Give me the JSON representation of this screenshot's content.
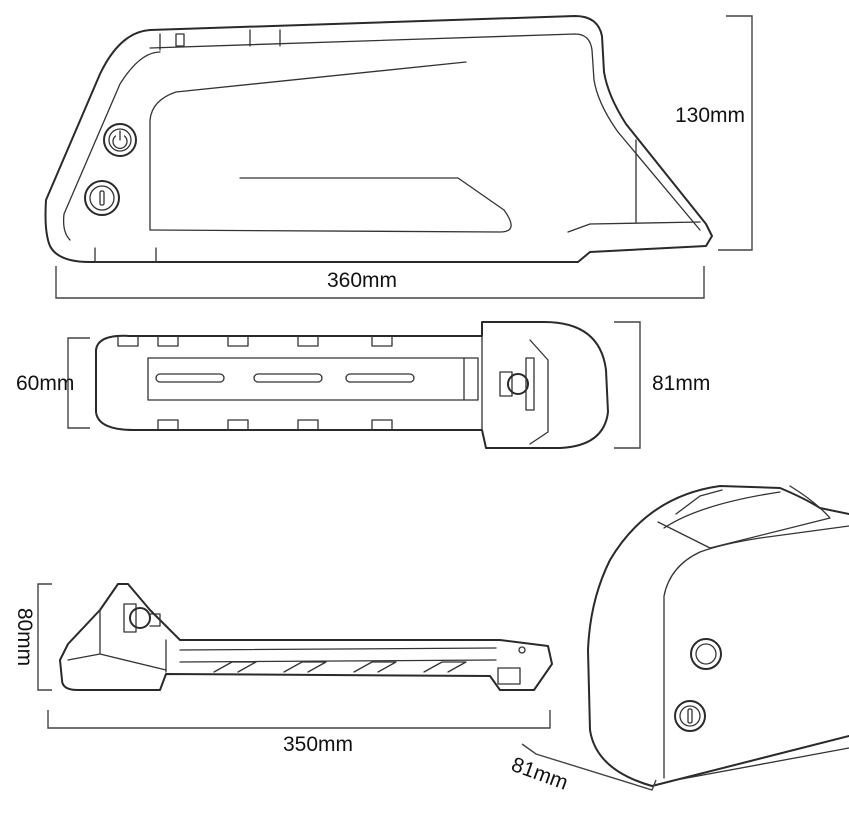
{
  "dimensions": {
    "side_length": "360mm",
    "side_height": "130mm",
    "top_width_front": "60mm",
    "top_width_rear": "81mm",
    "mount_length": "350mm",
    "mount_height": "80mm",
    "perspective_width": "81mm"
  },
  "icons": [
    "power-icon",
    "lock-icon"
  ],
  "colors": {
    "line": "#2a2a2a",
    "background": "#ffffff"
  }
}
